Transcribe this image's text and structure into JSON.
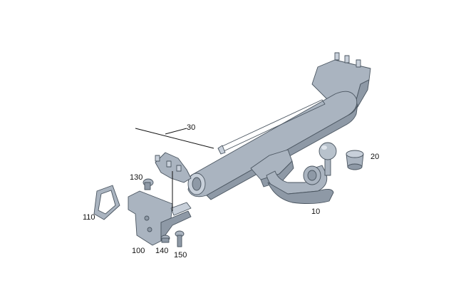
{
  "callouts": [
    {
      "id": "10",
      "label": "10"
    },
    {
      "id": "20",
      "label": "20"
    },
    {
      "id": "30",
      "label": "30"
    },
    {
      "id": "100",
      "label": "100"
    },
    {
      "id": "110",
      "label": "110"
    },
    {
      "id": "130",
      "label": "130"
    },
    {
      "id": "140",
      "label": "140"
    },
    {
      "id": "150",
      "label": "150"
    }
  ],
  "colors": {
    "part_fill": "#aab4c0",
    "part_shade": "#8e99a6",
    "part_highlight": "#c8d0da",
    "outline": "#4a5560",
    "label": "#111111"
  }
}
